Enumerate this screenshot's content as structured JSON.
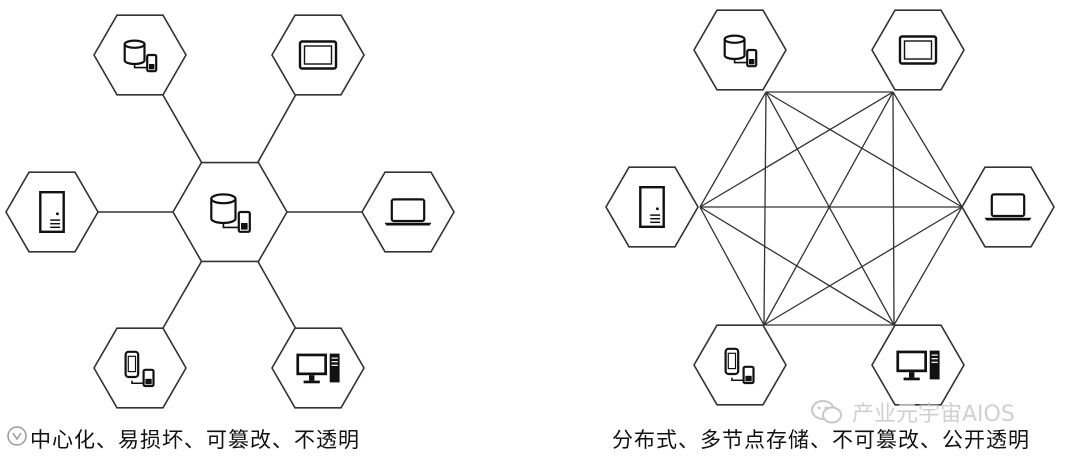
{
  "left_panel": {
    "caption": "中心化、易损坏、可篡改、不透明",
    "nodes": [
      {
        "role": "center",
        "icon": "database-phone-icon"
      },
      {
        "role": "top-left",
        "icon": "database-phone-icon"
      },
      {
        "role": "top-right",
        "icon": "tablet-icon"
      },
      {
        "role": "left",
        "icon": "server-icon"
      },
      {
        "role": "right",
        "icon": "laptop-icon"
      },
      {
        "role": "bottom-left",
        "icon": "phone-pair-icon"
      },
      {
        "role": "bottom-right",
        "icon": "desktop-icon"
      }
    ]
  },
  "right_panel": {
    "caption": "分布式、多节点存储、不可篡改、公开透明",
    "nodes": [
      {
        "role": "top-left",
        "icon": "database-phone-icon"
      },
      {
        "role": "top-right",
        "icon": "tablet-icon"
      },
      {
        "role": "left",
        "icon": "server-icon"
      },
      {
        "role": "right",
        "icon": "laptop-icon"
      },
      {
        "role": "bottom-left",
        "icon": "phone-pair-icon"
      },
      {
        "role": "bottom-right",
        "icon": "desktop-icon"
      }
    ]
  },
  "watermark": {
    "text": "产业元宇宙AIOS",
    "icon": "wechat-icon"
  },
  "colors": {
    "stroke": "#333333",
    "fill": "#ffffff",
    "watermark": "#c8c8c8"
  }
}
